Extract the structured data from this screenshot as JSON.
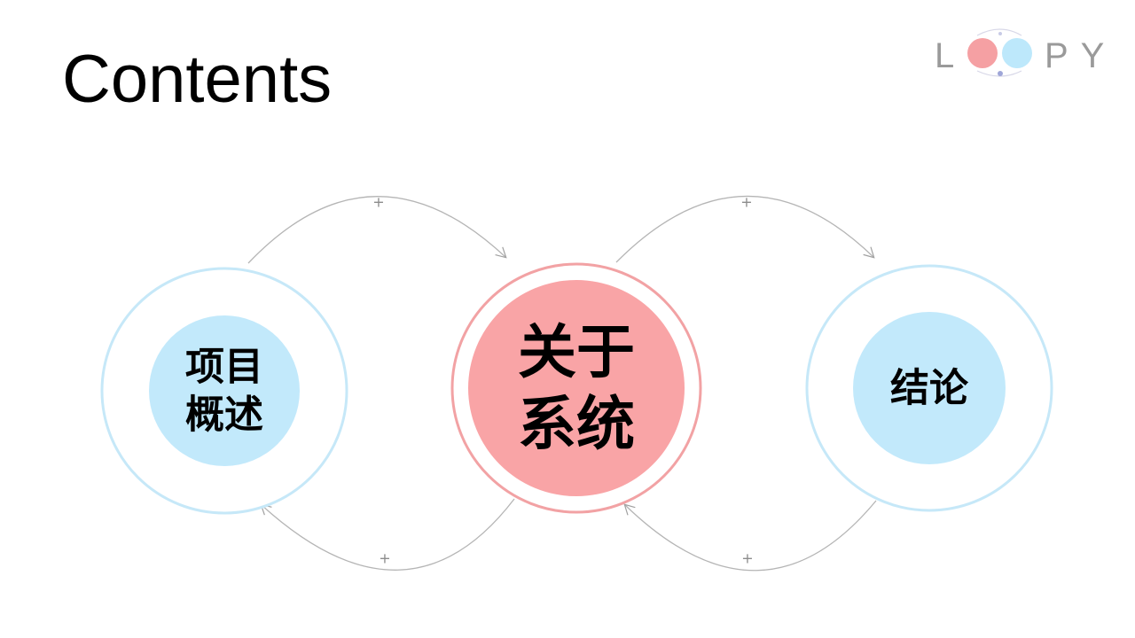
{
  "slide": {
    "title": "Contents"
  },
  "logo": {
    "text_left": "L",
    "text_right": "PY",
    "colors": [
      "#f5a0a3",
      "#bde8fb"
    ]
  },
  "nodes": [
    {
      "id": "overview",
      "lines": [
        "项目",
        "概述"
      ],
      "fill": "#c2e9fb",
      "ring": "#c6e8f8"
    },
    {
      "id": "system",
      "lines": [
        "关于",
        "系统"
      ],
      "fill": "#f9a4a6",
      "ring": "#f2a2a4"
    },
    {
      "id": "conclusion",
      "lines": [
        "结论"
      ],
      "fill": "#c2e9fb",
      "ring": "#c6e8f8"
    }
  ],
  "edges": [
    {
      "from": "overview",
      "to": "system",
      "sign": "+"
    },
    {
      "from": "system",
      "to": "conclusion",
      "sign": "+"
    },
    {
      "from": "system",
      "to": "overview",
      "sign": "+"
    },
    {
      "from": "conclusion",
      "to": "system",
      "sign": "+"
    }
  ],
  "colors": {
    "edge": "#b5b5b5",
    "edge_sign": "#8c8c8c",
    "text": "#000000"
  }
}
